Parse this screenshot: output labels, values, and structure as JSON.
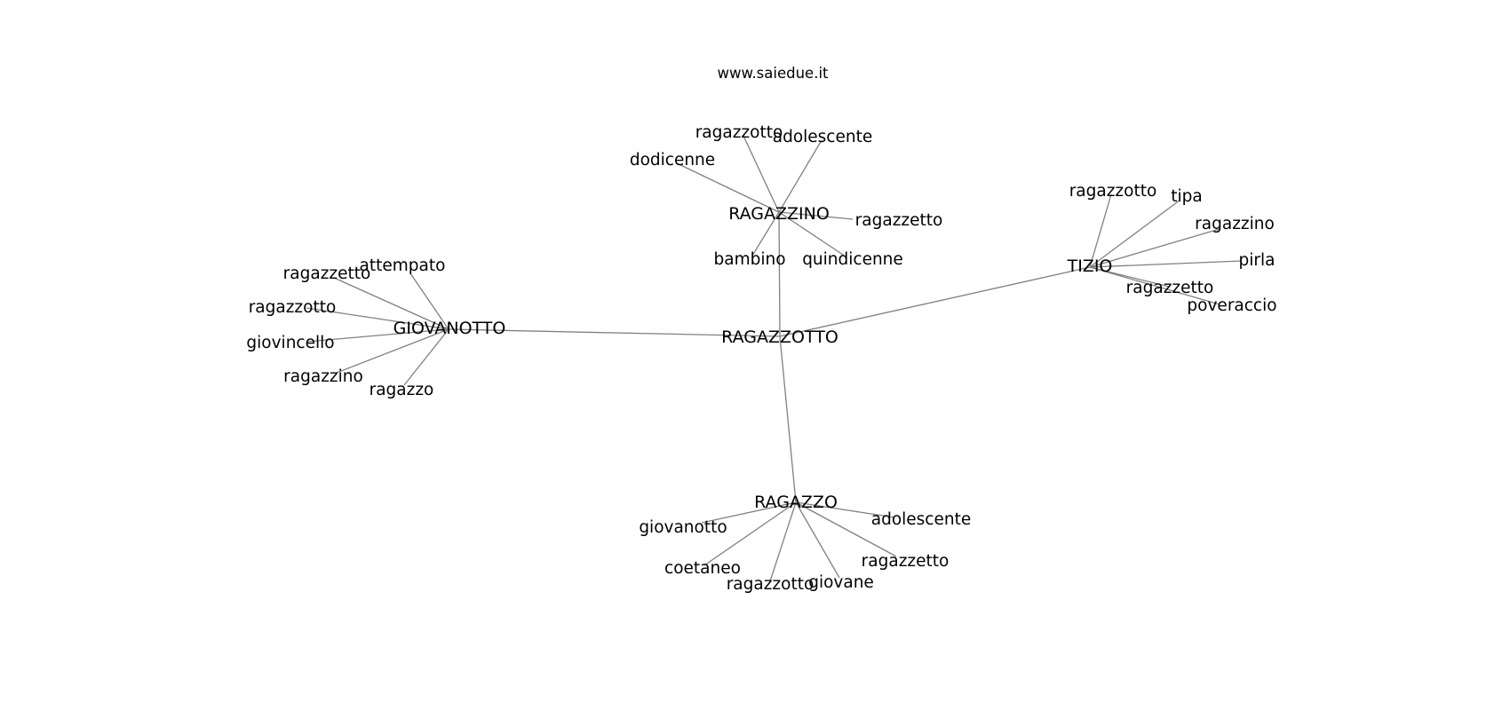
{
  "title": "www.saiedue.it",
  "nodes": [
    {
      "id": "RAGAZZOTTO",
      "label": "RAGAZZOTTO",
      "hub": true
    },
    {
      "id": "RAGAZZINO",
      "label": "RAGAZZINO",
      "hub": true
    },
    {
      "id": "TIZIO",
      "label": "TIZIO",
      "hub": true
    },
    {
      "id": "GIOVANOTTO",
      "label": "GIOVANOTTO",
      "hub": true
    },
    {
      "id": "RAGAZZO",
      "label": "RAGAZZO",
      "hub": true
    },
    {
      "id": "rn_ragazzotto",
      "label": "ragazzotto"
    },
    {
      "id": "rn_adolescente",
      "label": "adolescente"
    },
    {
      "id": "rn_dodicenne",
      "label": "dodicenne"
    },
    {
      "id": "rn_ragazzetto",
      "label": "ragazzetto"
    },
    {
      "id": "rn_bambino",
      "label": "bambino"
    },
    {
      "id": "rn_quindicenne",
      "label": "quindicenne"
    },
    {
      "id": "t_ragazzotto",
      "label": "ragazzotto"
    },
    {
      "id": "t_tipa",
      "label": "tipa"
    },
    {
      "id": "t_ragazzino",
      "label": "ragazzino"
    },
    {
      "id": "t_pirla",
      "label": "pirla"
    },
    {
      "id": "t_ragazzetto",
      "label": "ragazzetto"
    },
    {
      "id": "t_poveraccio",
      "label": "poveraccio"
    },
    {
      "id": "g_attempato",
      "label": "attempato"
    },
    {
      "id": "g_ragazzetto",
      "label": "ragazzetto"
    },
    {
      "id": "g_ragazzotto",
      "label": "ragazzotto"
    },
    {
      "id": "g_giovincello",
      "label": "giovincello"
    },
    {
      "id": "g_ragazzino",
      "label": "ragazzino"
    },
    {
      "id": "g_ragazzo",
      "label": "ragazzo"
    },
    {
      "id": "r_giovanotto",
      "label": "giovanotto"
    },
    {
      "id": "r_adolescente",
      "label": "adolescente"
    },
    {
      "id": "r_coetaneo",
      "label": "coetaneo"
    },
    {
      "id": "r_ragazzetto",
      "label": "ragazzetto"
    },
    {
      "id": "r_ragazzotto",
      "label": "ragazzotto"
    },
    {
      "id": "r_giovane",
      "label": "giovane"
    }
  ],
  "edges": [
    [
      "RAGAZZOTTO",
      "RAGAZZINO"
    ],
    [
      "RAGAZZOTTO",
      "TIZIO"
    ],
    [
      "RAGAZZOTTO",
      "GIOVANOTTO"
    ],
    [
      "RAGAZZOTTO",
      "RAGAZZO"
    ],
    [
      "RAGAZZINO",
      "rn_ragazzotto"
    ],
    [
      "RAGAZZINO",
      "rn_adolescente"
    ],
    [
      "RAGAZZINO",
      "rn_dodicenne"
    ],
    [
      "RAGAZZINO",
      "rn_ragazzetto"
    ],
    [
      "RAGAZZINO",
      "rn_bambino"
    ],
    [
      "RAGAZZINO",
      "rn_quindicenne"
    ],
    [
      "TIZIO",
      "t_ragazzotto"
    ],
    [
      "TIZIO",
      "t_tipa"
    ],
    [
      "TIZIO",
      "t_ragazzino"
    ],
    [
      "TIZIO",
      "t_pirla"
    ],
    [
      "TIZIO",
      "t_ragazzetto"
    ],
    [
      "TIZIO",
      "t_poveraccio"
    ],
    [
      "GIOVANOTTO",
      "g_attempato"
    ],
    [
      "GIOVANOTTO",
      "g_ragazzetto"
    ],
    [
      "GIOVANOTTO",
      "g_ragazzotto"
    ],
    [
      "GIOVANOTTO",
      "g_giovincello"
    ],
    [
      "GIOVANOTTO",
      "g_ragazzino"
    ],
    [
      "GIOVANOTTO",
      "g_ragazzo"
    ],
    [
      "RAGAZZO",
      "r_giovanotto"
    ],
    [
      "RAGAZZO",
      "r_adolescente"
    ],
    [
      "RAGAZZO",
      "r_coetaneo"
    ],
    [
      "RAGAZZO",
      "r_ragazzetto"
    ],
    [
      "RAGAZZO",
      "r_ragazzotto"
    ],
    [
      "RAGAZZO",
      "r_giovane"
    ]
  ]
}
